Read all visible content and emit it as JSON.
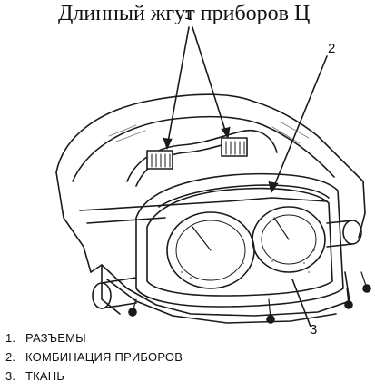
{
  "top_caption": "Длинный жгут приборов Ц",
  "callouts": [
    "1",
    "2",
    "3"
  ],
  "legend": [
    {
      "num": "1.",
      "text": "РАЗЪЕМЫ"
    },
    {
      "num": "2.",
      "text": "КОМБИНАЦИЯ ПРИБОРОВ"
    },
    {
      "num": "3.",
      "text": "ТКАНЬ"
    }
  ],
  "colors": {
    "ink": "#1a1a1a",
    "background": "#ffffff"
  }
}
